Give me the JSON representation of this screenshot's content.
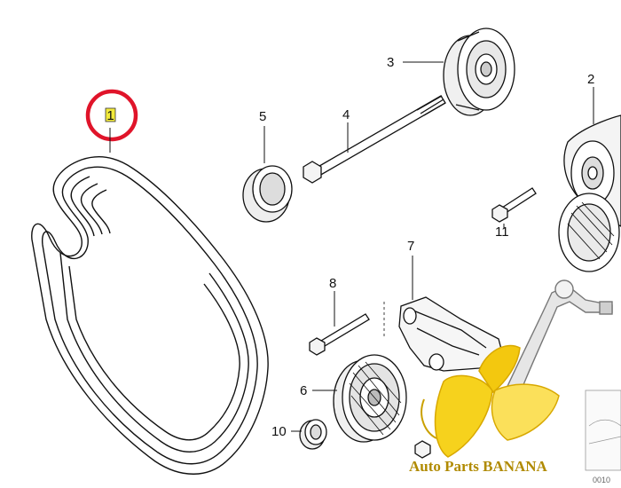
{
  "callouts": {
    "c1": "1",
    "c2": "2",
    "c3": "3",
    "c4": "4",
    "c5": "5",
    "c6": "6",
    "c7": "7",
    "c8": "8",
    "c10": "10",
    "c11": "11"
  },
  "highlight": {
    "circle_color": "#e0142a",
    "label_box_color": "#f2ea3c"
  },
  "watermark": {
    "brand": "Auto Parts BANANA",
    "icon": "banana-logo"
  },
  "figure_code": "0010"
}
